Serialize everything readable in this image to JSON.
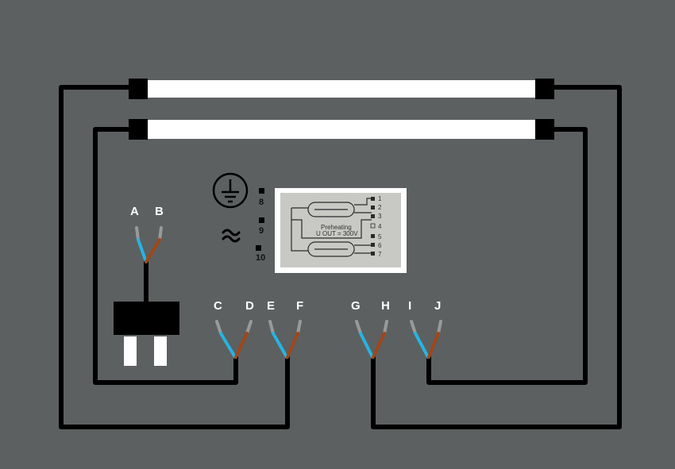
{
  "colors": {
    "background": "#5c6060",
    "wire": "#000000",
    "tube": "#ffffff",
    "blue_wire": "#29b3e0",
    "brown_wire": "#a0471a",
    "grey_wire": "#9a9a9a"
  },
  "wire_labels": {
    "a": "A",
    "b": "B",
    "c": "C",
    "d": "D",
    "e": "E",
    "f": "F",
    "g": "G",
    "h": "H",
    "i": "I",
    "j": "J"
  },
  "terminals": {
    "t8": "8",
    "t9": "9",
    "t10": "10"
  },
  "symbols": {
    "ground": "ground-icon",
    "ac": "ac-icon"
  },
  "ballast_label": {
    "title": "Preheating",
    "rating": "U OUT = 300V",
    "pins": [
      "1",
      "2",
      "3",
      "4",
      "5",
      "6",
      "7"
    ]
  }
}
